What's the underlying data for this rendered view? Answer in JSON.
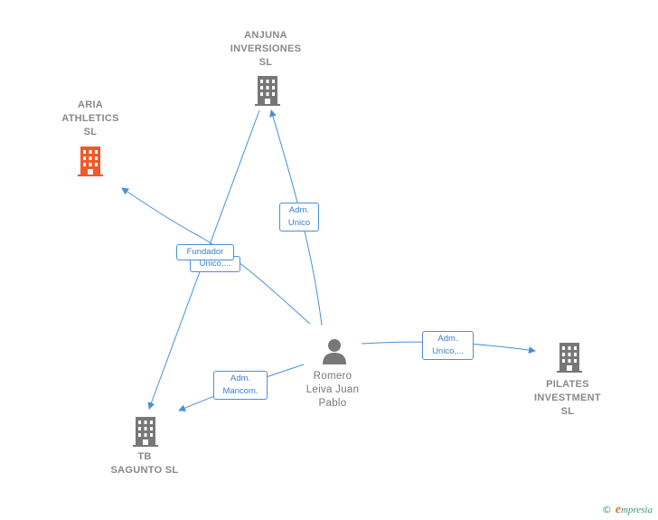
{
  "nodes": {
    "anjuna": {
      "label": "ANJUNA\nINVERSIONES\nSL",
      "icon": "building-icon",
      "color": "#777777"
    },
    "aria": {
      "label": "ARIA\nATHLETICS\nSL",
      "icon": "building-icon",
      "color": "#f05a28"
    },
    "pilates": {
      "label": "PILATES\nINVESTMENT\nSL",
      "icon": "building-icon",
      "color": "#777777"
    },
    "tb": {
      "label": "TB\nSAGUNTO  SL",
      "icon": "building-icon",
      "color": "#777777"
    },
    "person": {
      "label": "Romero\nLeiva Juan\nPablo",
      "icon": "person-icon",
      "color": "#777777"
    }
  },
  "edges": {
    "adm_unico_anjuna": "Adm.\nUnico",
    "fundador": "Fundador",
    "unico_aria": "Unico,...",
    "adm_unico_pilates": "Adm.\nUnico,...",
    "adm_mancom": "Adm.\nMancom."
  },
  "colors": {
    "edge": "#4a90d9"
  },
  "footer": {
    "copyright": "©",
    "brand_initial": "e",
    "brand_rest": "mpresia"
  }
}
